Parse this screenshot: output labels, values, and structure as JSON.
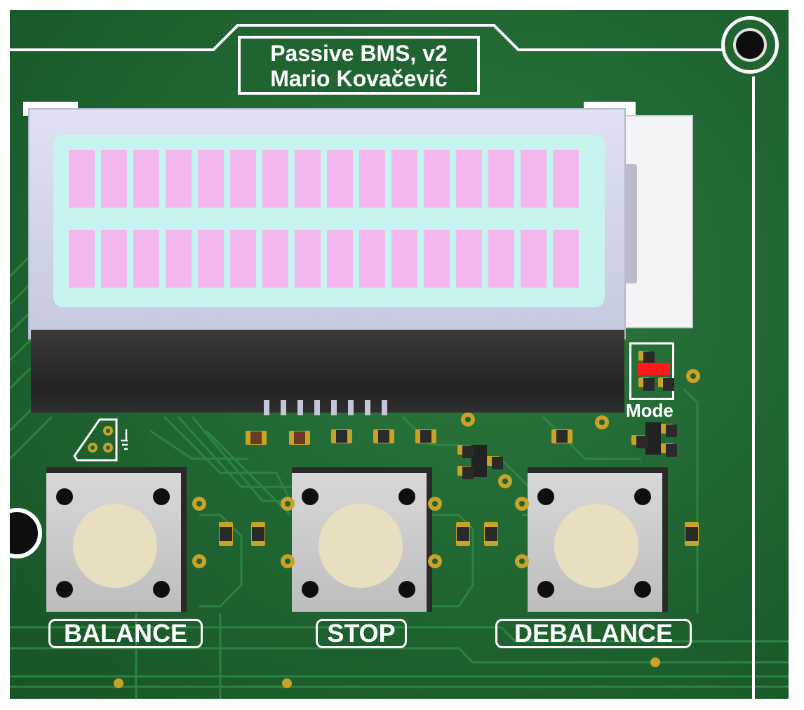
{
  "board": {
    "title_line1": "Passive BMS, v2",
    "title_line2": "Mario Kovačević"
  },
  "buttons": [
    {
      "label": "BALANCE"
    },
    {
      "label": "STOP"
    },
    {
      "label": "DEBALANCE"
    }
  ],
  "mode": {
    "label": "Mode"
  },
  "lcd": {
    "rows": 2,
    "columns": 16
  },
  "colors": {
    "pcb": "#1f6431",
    "silkscreen": "#ffffff",
    "lcd_screen": "#c8f4ef",
    "lcd_cell": "#f2b8ee",
    "pad": "#c9a227",
    "switch": "#ff1a1a"
  },
  "icons": [
    "ground-symbol-icon"
  ]
}
